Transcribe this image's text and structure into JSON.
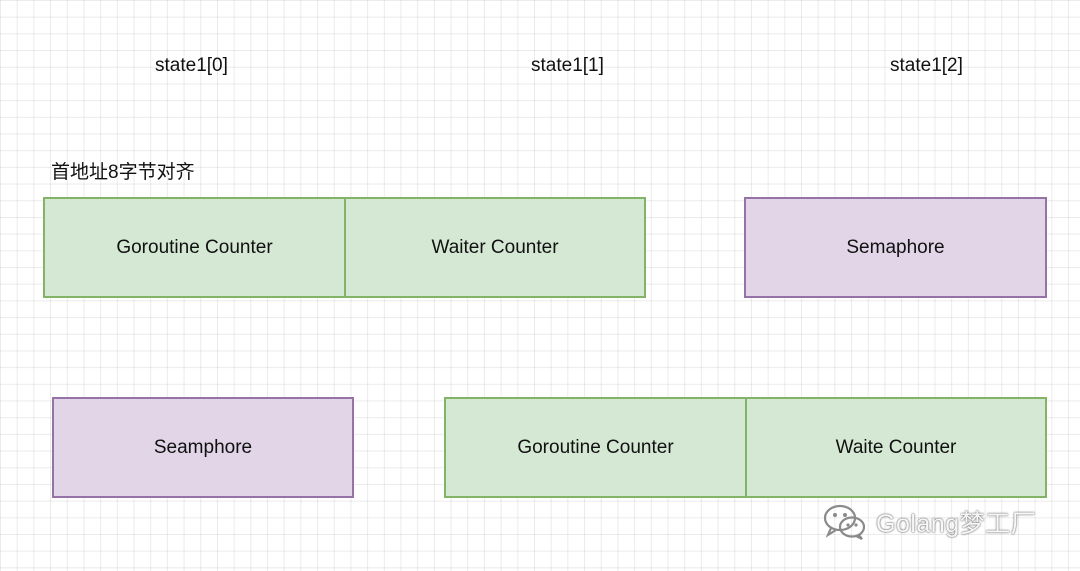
{
  "labels": {
    "state0": "state1[0]",
    "state1": "state1[1]",
    "state2": "state1[2]",
    "alignment_note": "首地址8字节对齐"
  },
  "top_row": {
    "cells": [
      {
        "text": "Goroutine Counter",
        "color": "green"
      },
      {
        "text": "Waiter Counter",
        "color": "green"
      },
      {
        "text": "Semaphore",
        "color": "purple"
      }
    ]
  },
  "bottom_row": {
    "cells": [
      {
        "text": "Seamphore",
        "color": "purple"
      },
      {
        "text": "Goroutine Counter",
        "color": "green"
      },
      {
        "text": "Waite Counter",
        "color": "green"
      }
    ]
  },
  "watermark": {
    "text": "Golang梦工厂",
    "icon": "wechat-icon"
  },
  "colors": {
    "green_fill": "#d5e8d4",
    "green_stroke": "#82b366",
    "purple_fill": "#e1d5e7",
    "purple_stroke": "#9673a6"
  }
}
